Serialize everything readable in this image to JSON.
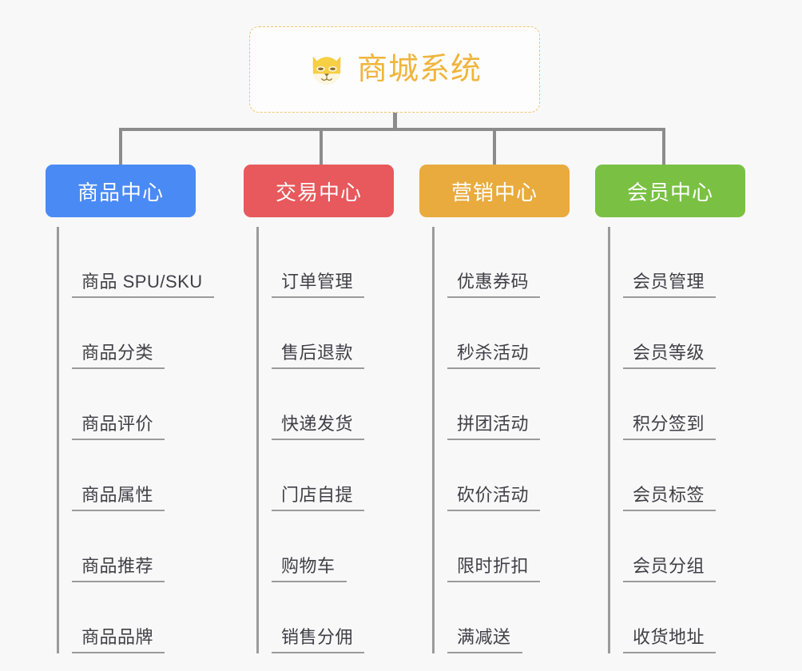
{
  "root": {
    "icon": "dog-face-emoji",
    "title": "商城系统",
    "color": "#f0b43c",
    "border_color": "#f0c470"
  },
  "background_color": "#f8f8f9",
  "connector_color": "#8c8c8c",
  "branches": [
    {
      "label": "商品中心",
      "color": "#4a8af4",
      "items": [
        "商品 SPU/SKU",
        "商品分类",
        "商品评价",
        "商品属性",
        "商品推荐",
        "商品品牌"
      ]
    },
    {
      "label": "交易中心",
      "color": "#e7595c",
      "items": [
        "订单管理",
        "售后退款",
        "快递发货",
        "门店自提",
        "购物车",
        "销售分佣"
      ]
    },
    {
      "label": "营销中心",
      "color": "#e9ab3e",
      "items": [
        "优惠券码",
        "秒杀活动",
        "拼团活动",
        "砍价活动",
        "限时折扣",
        "满减送"
      ]
    },
    {
      "label": "会员中心",
      "color": "#7ac143",
      "items": [
        "会员管理",
        "会员等级",
        "积分签到",
        "会员标签",
        "会员分组",
        "收货地址"
      ]
    }
  ]
}
